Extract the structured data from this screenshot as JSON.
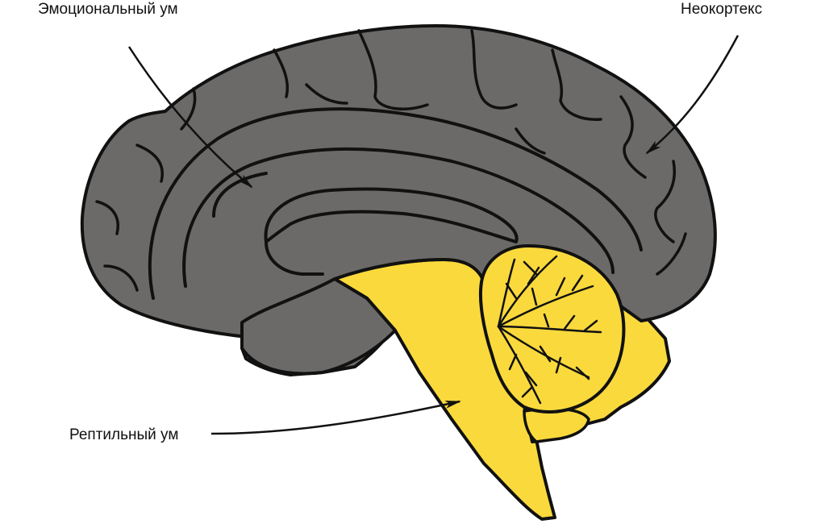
{
  "labels": {
    "emotional_mind": "Эмоциональный ум",
    "neocortex": "Неокортекс",
    "reptilian_mind": "Рептильный ум"
  },
  "colors": {
    "cortex_fill": "#6b6a68",
    "brainstem_fill": "#fad93c",
    "outline": "#111111",
    "background": "#ffffff"
  }
}
